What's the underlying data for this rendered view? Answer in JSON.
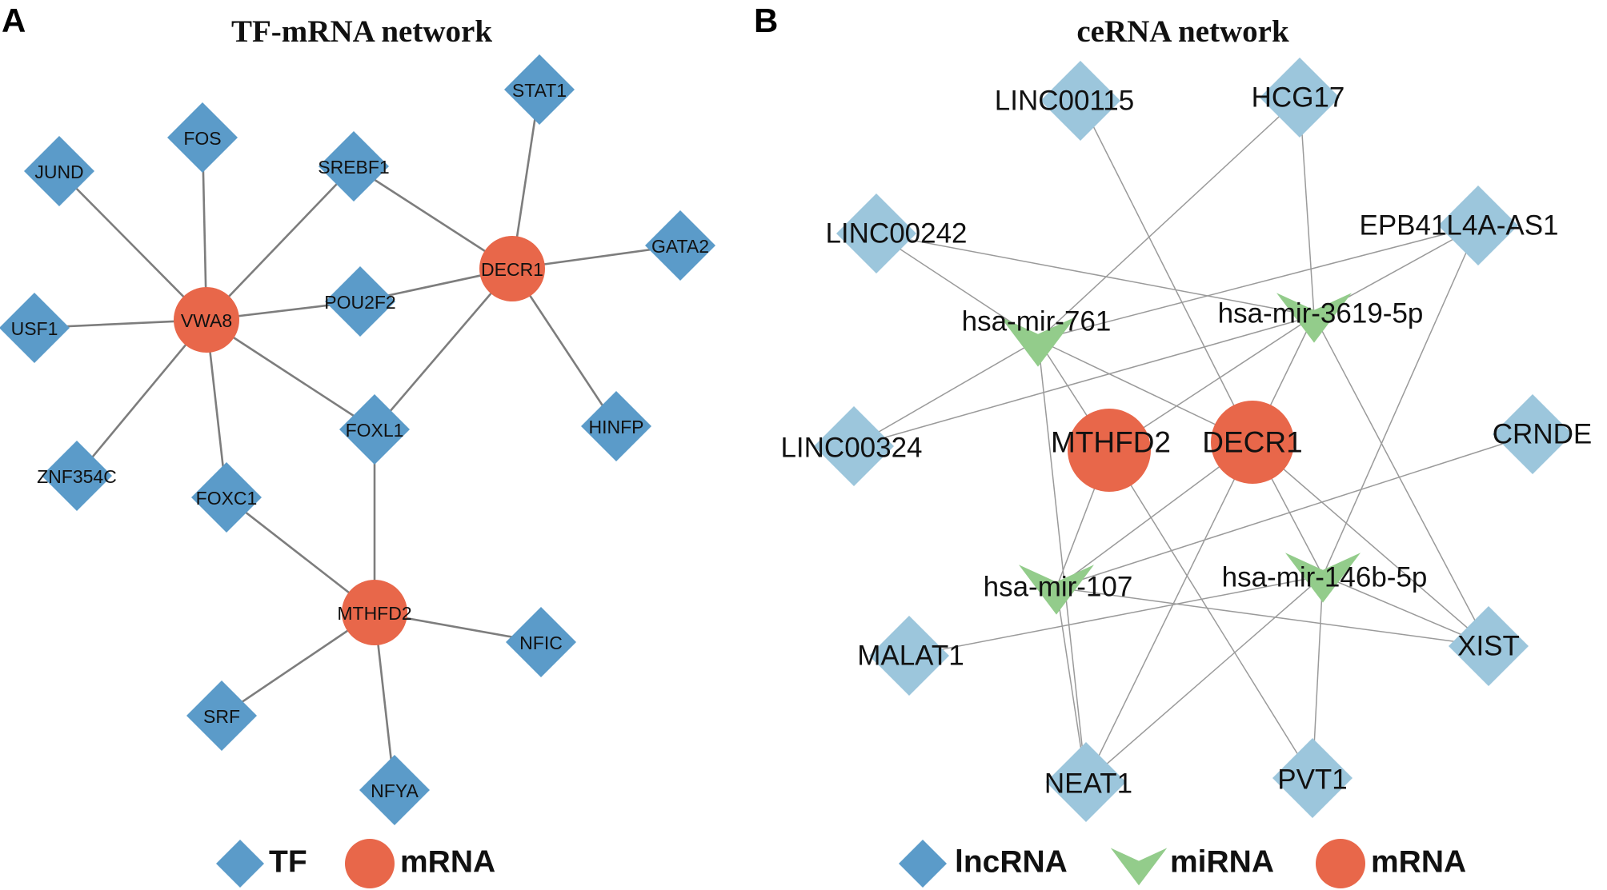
{
  "colors": {
    "tf": "#5b9bc9",
    "lncrna": "#9cc6dc",
    "mirna": "#93cc8b",
    "mrna": "#e8674a",
    "edge_a": "#7d7d7d",
    "edge_b": "#9a9a9a"
  },
  "panelA": {
    "letter": "A",
    "title": "TF-mRNA network",
    "nodes": [
      {
        "id": "VWA8",
        "label": "VWA8",
        "type": "mrna"
      },
      {
        "id": "DECR1",
        "label": "DECR1",
        "type": "mrna"
      },
      {
        "id": "MTHFD2",
        "label": "MTHFD2",
        "type": "mrna"
      },
      {
        "id": "JUND",
        "label": "JUND",
        "type": "tf"
      },
      {
        "id": "FOS",
        "label": "FOS",
        "type": "tf"
      },
      {
        "id": "SREBF1",
        "label": "SREBF1",
        "type": "tf"
      },
      {
        "id": "STAT1",
        "label": "STAT1",
        "type": "tf"
      },
      {
        "id": "GATA2",
        "label": "GATA2",
        "type": "tf"
      },
      {
        "id": "USF1",
        "label": "USF1",
        "type": "tf"
      },
      {
        "id": "POU2F2",
        "label": "POU2F2",
        "type": "tf"
      },
      {
        "id": "HINFP",
        "label": "HINFP",
        "type": "tf"
      },
      {
        "id": "FOXL1",
        "label": "FOXL1",
        "type": "tf"
      },
      {
        "id": "ZNF354C",
        "label": "ZNF354C",
        "type": "tf"
      },
      {
        "id": "FOXC1",
        "label": "FOXC1",
        "type": "tf"
      },
      {
        "id": "NFIC",
        "label": "NFIC",
        "type": "tf"
      },
      {
        "id": "SRF",
        "label": "SRF",
        "type": "tf"
      },
      {
        "id": "NFYA",
        "label": "NFYA",
        "type": "tf"
      }
    ],
    "edges": [
      [
        "VWA8",
        "JUND"
      ],
      [
        "VWA8",
        "FOS"
      ],
      [
        "VWA8",
        "SREBF1"
      ],
      [
        "VWA8",
        "USF1"
      ],
      [
        "VWA8",
        "POU2F2"
      ],
      [
        "VWA8",
        "FOXL1"
      ],
      [
        "VWA8",
        "ZNF354C"
      ],
      [
        "VWA8",
        "FOXC1"
      ],
      [
        "DECR1",
        "SREBF1"
      ],
      [
        "DECR1",
        "STAT1"
      ],
      [
        "DECR1",
        "GATA2"
      ],
      [
        "DECR1",
        "POU2F2"
      ],
      [
        "DECR1",
        "HINFP"
      ],
      [
        "DECR1",
        "FOXL1"
      ],
      [
        "MTHFD2",
        "FOXL1"
      ],
      [
        "MTHFD2",
        "FOXC1"
      ],
      [
        "MTHFD2",
        "NFIC"
      ],
      [
        "MTHFD2",
        "SRF"
      ],
      [
        "MTHFD2",
        "NFYA"
      ]
    ],
    "legend": [
      {
        "type": "tf",
        "label": "TF"
      },
      {
        "type": "mrna",
        "label": "mRNA"
      }
    ]
  },
  "panelB": {
    "letter": "B",
    "title": "ceRNA network",
    "nodes": [
      {
        "id": "LINC00115",
        "label": "LINC00115",
        "type": "lncrna"
      },
      {
        "id": "HCG17",
        "label": "HCG17",
        "type": "lncrna"
      },
      {
        "id": "LINC00242",
        "label": "LINC00242",
        "type": "lncrna"
      },
      {
        "id": "EPB41L4A-AS1",
        "label": "EPB41L4A-AS1",
        "type": "lncrna"
      },
      {
        "id": "LINC00324",
        "label": "LINC00324",
        "type": "lncrna"
      },
      {
        "id": "CRNDE",
        "label": "CRNDE",
        "type": "lncrna"
      },
      {
        "id": "MALAT1",
        "label": "MALAT1",
        "type": "lncrna"
      },
      {
        "id": "XIST",
        "label": "XIST",
        "type": "lncrna"
      },
      {
        "id": "NEAT1",
        "label": "NEAT1",
        "type": "lncrna"
      },
      {
        "id": "PVT1",
        "label": "PVT1",
        "type": "lncrna"
      },
      {
        "id": "mir761",
        "label": "hsa-mir-761",
        "type": "mirna"
      },
      {
        "id": "mir3619",
        "label": "hsa-mir-3619-5p",
        "type": "mirna"
      },
      {
        "id": "mir107",
        "label": "hsa-mir-107",
        "type": "mirna"
      },
      {
        "id": "mir146b",
        "label": "hsa-mir-146b-5p",
        "type": "mirna"
      },
      {
        "id": "MTHFD2",
        "label": "MTHFD2",
        "type": "mrna"
      },
      {
        "id": "DECR1",
        "label": "DECR1",
        "type": "mrna"
      }
    ],
    "edges": [
      [
        "HCG17",
        "mir761"
      ],
      [
        "HCG17",
        "mir3619"
      ],
      [
        "LINC00115",
        "DECR1"
      ],
      [
        "LINC00242",
        "mir761"
      ],
      [
        "LINC00242",
        "mir3619"
      ],
      [
        "EPB41L4A-AS1",
        "mir761"
      ],
      [
        "EPB41L4A-AS1",
        "mir3619"
      ],
      [
        "EPB41L4A-AS1",
        "mir146b"
      ],
      [
        "LINC00324",
        "mir761"
      ],
      [
        "LINC00324",
        "mir3619"
      ],
      [
        "CRNDE",
        "mir107"
      ],
      [
        "MALAT1",
        "mir146b"
      ],
      [
        "XIST",
        "mir107"
      ],
      [
        "XIST",
        "mir146b"
      ],
      [
        "XIST",
        "mir3619"
      ],
      [
        "XIST",
        "DECR1"
      ],
      [
        "NEAT1",
        "mir761"
      ],
      [
        "NEAT1",
        "mir107"
      ],
      [
        "NEAT1",
        "mir146b"
      ],
      [
        "NEAT1",
        "DECR1"
      ],
      [
        "PVT1",
        "mir146b"
      ],
      [
        "PVT1",
        "MTHFD2"
      ],
      [
        "mir761",
        "MTHFD2"
      ],
      [
        "mir761",
        "DECR1"
      ],
      [
        "mir3619",
        "MTHFD2"
      ],
      [
        "mir3619",
        "DECR1"
      ],
      [
        "mir107",
        "MTHFD2"
      ],
      [
        "mir107",
        "DECR1"
      ],
      [
        "mir146b",
        "DECR1"
      ]
    ],
    "legend": [
      {
        "type": "lncrna",
        "label": "lncRNA"
      },
      {
        "type": "mirna",
        "label": "miRNA"
      },
      {
        "type": "mrna",
        "label": "mRNA"
      }
    ]
  }
}
